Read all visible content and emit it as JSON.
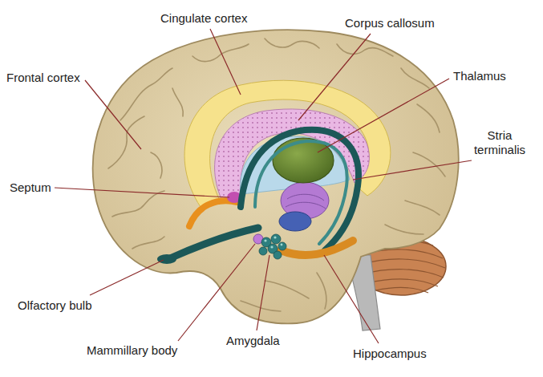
{
  "diagram": {
    "labels": [
      "Cingulate cortex",
      "Corpus callosum",
      "Frontal cortex",
      "Thalamus",
      "Stria terminalis",
      "Septum",
      "Olfactory bulb",
      "Mammillary body",
      "Amygdala",
      "Hippocampus"
    ]
  }
}
